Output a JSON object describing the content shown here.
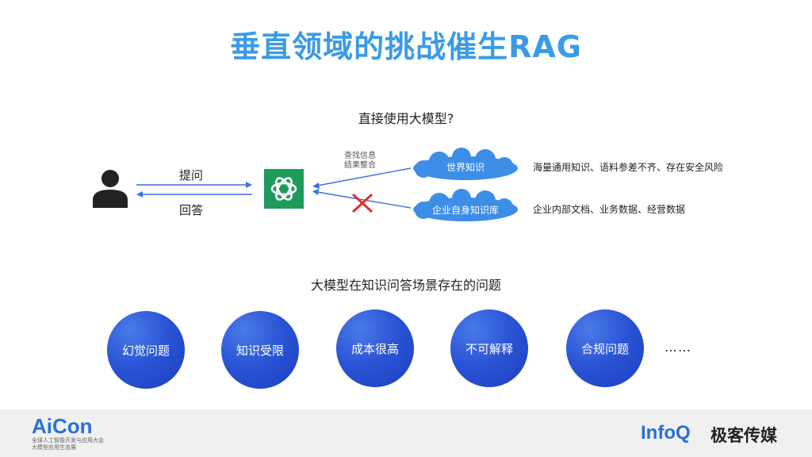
{
  "slide": {
    "title": "垂直领域的挑战催生RAG",
    "subheading1": "直接使用大模型?",
    "subheading2": "大模型在知识问答场景存在的问题"
  },
  "flow": {
    "ask_label": "提问",
    "answer_label": "回答",
    "retrieval_label_line1": "查找信息",
    "retrieval_label_line2": "结果整合",
    "user_icon": "person-icon",
    "model_icon": "openai-logo-icon",
    "blocked_icon": "red-x-icon"
  },
  "knowledge_sources": [
    {
      "name": "世界知识",
      "description": "海量通用知识、语料参差不齐、存在安全风险"
    },
    {
      "name": "企业自身知识库",
      "description": "企业内部文档、业务数据、经营数据"
    }
  ],
  "problems": [
    "幻觉问题",
    "知识受限",
    "成本很高",
    "不可解释",
    "合规问题"
  ],
  "problems_more": "……",
  "footer": {
    "left_logo": "AiCon",
    "left_sub_line1": "全球人工智能开发与应用大会",
    "left_sub_line2": "大模型应用生态展",
    "right_logo": "InfoQ",
    "right_logo_cn": "极客传媒"
  },
  "colors": {
    "title": "#3a9be6",
    "arrow": "#3a6fe0",
    "cloud": "#3d8ee6",
    "circle": "#2b55d6",
    "model_bg": "#1f9a5b",
    "blocked": "#e0302a"
  }
}
